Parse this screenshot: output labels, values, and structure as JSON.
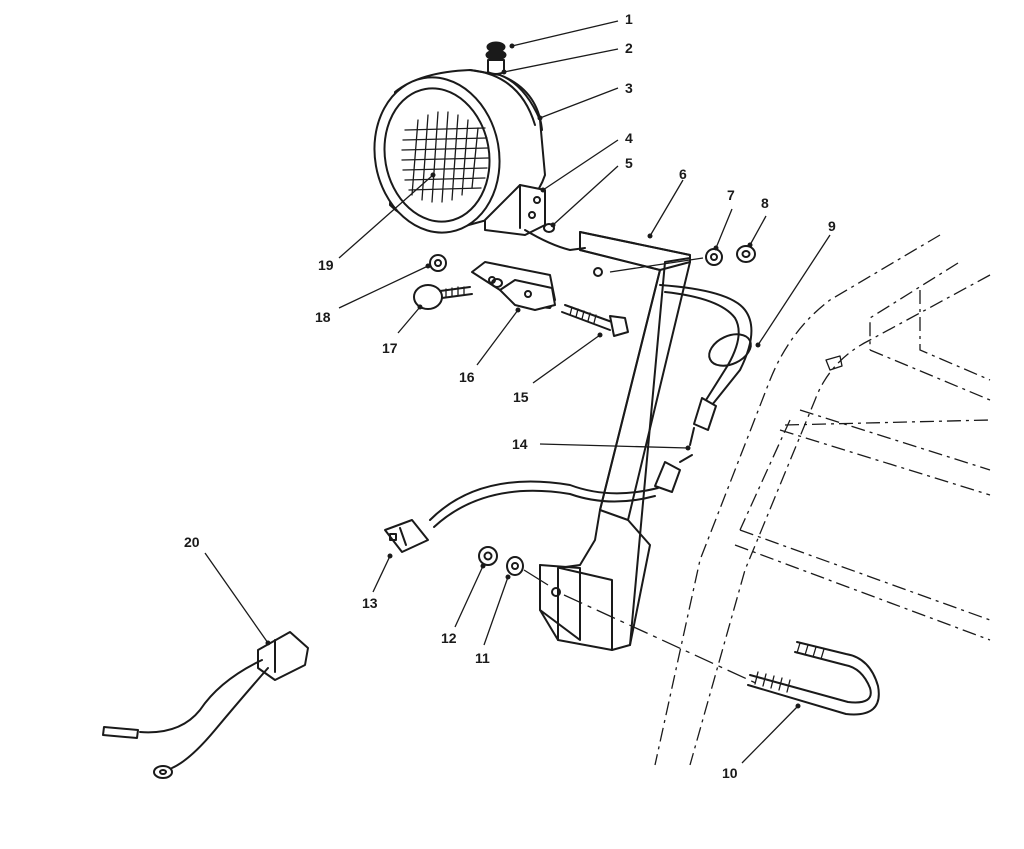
{
  "diagram": {
    "type": "exploded-parts-view",
    "callouts": [
      {
        "id": "callout-1",
        "label": "1"
      },
      {
        "id": "callout-2",
        "label": "2"
      },
      {
        "id": "callout-3",
        "label": "3"
      },
      {
        "id": "callout-4",
        "label": "4"
      },
      {
        "id": "callout-5",
        "label": "5"
      },
      {
        "id": "callout-6",
        "label": "6"
      },
      {
        "id": "callout-7",
        "label": "7"
      },
      {
        "id": "callout-8",
        "label": "8"
      },
      {
        "id": "callout-9",
        "label": "9"
      },
      {
        "id": "callout-10",
        "label": "10"
      },
      {
        "id": "callout-11",
        "label": "11"
      },
      {
        "id": "callout-12",
        "label": "12"
      },
      {
        "id": "callout-13",
        "label": "13"
      },
      {
        "id": "callout-14",
        "label": "14"
      },
      {
        "id": "callout-15",
        "label": "15"
      },
      {
        "id": "callout-16",
        "label": "16"
      },
      {
        "id": "callout-17",
        "label": "17"
      },
      {
        "id": "callout-18",
        "label": "18"
      },
      {
        "id": "callout-19",
        "label": "19"
      },
      {
        "id": "callout-20",
        "label": "20"
      }
    ],
    "colors": {
      "ink": "#1a1a1a",
      "paper": "#ffffff"
    }
  }
}
